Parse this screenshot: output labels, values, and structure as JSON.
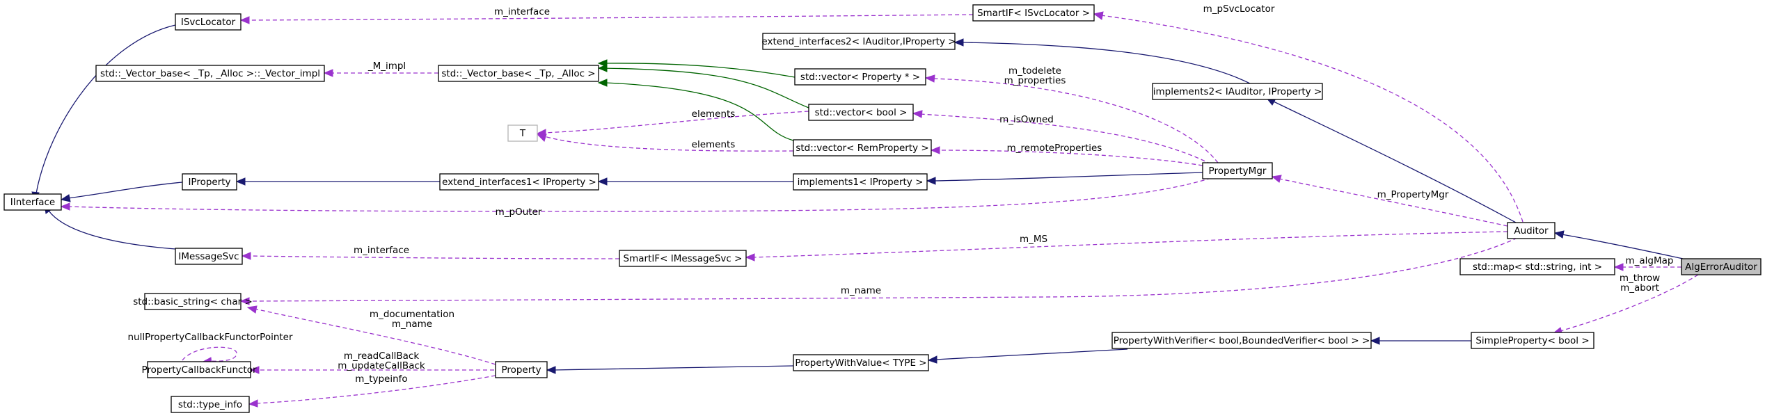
{
  "nodes": {
    "isvclocator": "ISvcLocator",
    "smartif_isvclocator": "SmartIF< ISvcLocator >",
    "vector_impl": "std::_Vector_base< _Tp, _Alloc >::_Vector_impl",
    "vector_base": "std::_Vector_base< _Tp, _Alloc >",
    "extend_interfaces2": "extend_interfaces2< IAuditor,IProperty >",
    "vector_property": "std::vector< Property * >",
    "vector_bool": "std::vector< bool >",
    "vector_remproperty": "std::vector< RemProperty >",
    "implements2": "implements2< IAuditor, IProperty >",
    "t": "T",
    "iproperty": "IProperty",
    "extend_interfaces1": "extend_interfaces1< IProperty >",
    "implements1": "implements1< IProperty >",
    "propertymgr": "PropertyMgr",
    "iinterface": "IInterface",
    "auditor": "Auditor",
    "imessagesvc": "IMessageSvc",
    "smartif_imessagesvc": "SmartIF< IMessageSvc >",
    "map_string_int": "std::map< std::string, int >",
    "algerrorauditor": "AlgErrorAuditor",
    "basic_string": "std::basic_string< char >",
    "propertywithverifier": "PropertyWithVerifier< bool,BoundedVerifier< bool > >",
    "simpleproperty": "SimpleProperty< bool >",
    "propertycallbackfunctor": "PropertyCallbackFunctor",
    "property": "Property",
    "propertywithvalue": "PropertyWithValue< TYPE >",
    "type_info": "std::type_info"
  },
  "edge_labels": {
    "m_interface_svc": "m_interface",
    "m_psvclocator": "m_pSvcLocator",
    "m_impl": "_M_impl",
    "m_todelete": "m_todelete",
    "m_properties": "m_properties",
    "elements_bool": "elements",
    "m_isowned": "m_isOwned",
    "elements_rem": "elements",
    "m_remoteproperties": "m_remoteProperties",
    "m_propertymgr": "m_PropertyMgr",
    "m_pouter": "m_pOuter",
    "m_interface_msg": "m_interface",
    "m_ms": "m_MS",
    "m_algmap": "m_algMap",
    "m_name_top": "m_name",
    "m_throw": "m_throw",
    "m_abort": "m_abort",
    "m_documentation": "m_documentation",
    "m_name_prop": "m_name",
    "nullpropertycallback": "nullPropertyCallbackFunctorPointer",
    "m_readcallback": "m_readCallBack",
    "m_updatecallback": "m_updateCallBack",
    "m_typeinfo": "m_typeinfo"
  },
  "colors": {
    "inheritance": "#191970",
    "private_inheritance": "#006400",
    "usage": "#9a32cd",
    "focus_fill": "#bfbfbf"
  }
}
